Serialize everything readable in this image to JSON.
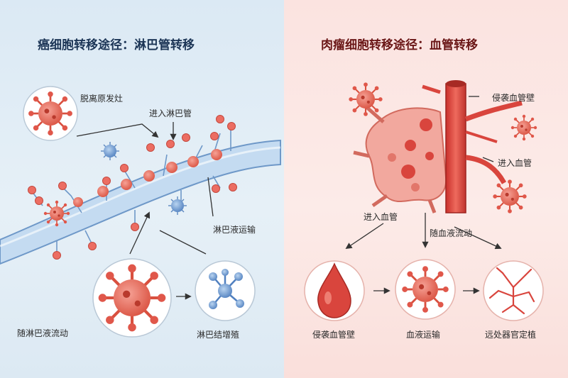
{
  "left": {
    "title": "癌细胞转移途径：淋巴管转移",
    "labels": {
      "detach": "脱离原发灶",
      "enter_lymph": "进入淋巴管",
      "lymph_transport": "淋巴液运输",
      "lymph_flow": "随淋巴液流动",
      "node_proliferation": "淋巴结增殖"
    }
  },
  "right": {
    "title": "肉瘤细胞转移途径：血管转移",
    "labels": {
      "invade_wall_top": "侵袭血管壁",
      "enter_vessel_right": "进入血管",
      "enter_vessel_left": "进入血管",
      "blood_flow": "随血液流动",
      "invade_wall_bottom": "侵袭血管壁",
      "blood_transport": "血液运输",
      "distant_colonization": "远处器官定植"
    }
  },
  "colors": {
    "left_bg": "#dbe9f4",
    "right_bg": "#fbe3e0",
    "cancer_cell": "#e86a5c",
    "lymph_node_blue": "#6f9fd6",
    "vessel_red": "#d9453d",
    "left_title": "#1c3556",
    "right_title": "#6a1616"
  }
}
